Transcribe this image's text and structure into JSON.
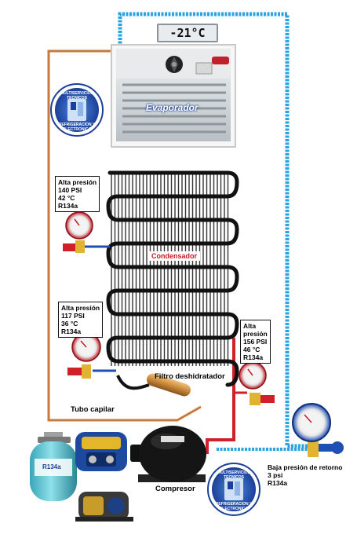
{
  "thermostat": {
    "display": "-21°C"
  },
  "evaporator": {
    "label": "Evaporador"
  },
  "condenser": {
    "label": "Condensador"
  },
  "filter": {
    "label": "Filtro deshidratador"
  },
  "capillary": {
    "label": "Tubo capilar"
  },
  "compressor": {
    "label": "Compresor"
  },
  "gauges": [
    {
      "lines": [
        "Alta presión",
        "140 PSI",
        "42 °C",
        "R134a"
      ]
    },
    {
      "lines": [
        "Alta presión",
        "117 PSI",
        "36 °C",
        "R134a"
      ]
    },
    {
      "lines": [
        "Alta",
        "presión",
        "156 PSI",
        "46 °C",
        "R134a"
      ]
    },
    {
      "lines": [
        "Baja presión de retorno",
        "3 psi",
        "R134a"
      ]
    }
  ],
  "watermark": {
    "top": "MULTISERVICIOS TECNICOS",
    "bottom": "REFRIGERACION Y ELECTRONICA"
  },
  "cylinder": {
    "text": "R134a"
  },
  "colors": {
    "suction_line": "#2aa3e0",
    "discharge_line": "#d0202a",
    "capillary_line": "#c9793e",
    "gauge_high": "#d0202a",
    "gauge_low": "#1f4fb5"
  }
}
